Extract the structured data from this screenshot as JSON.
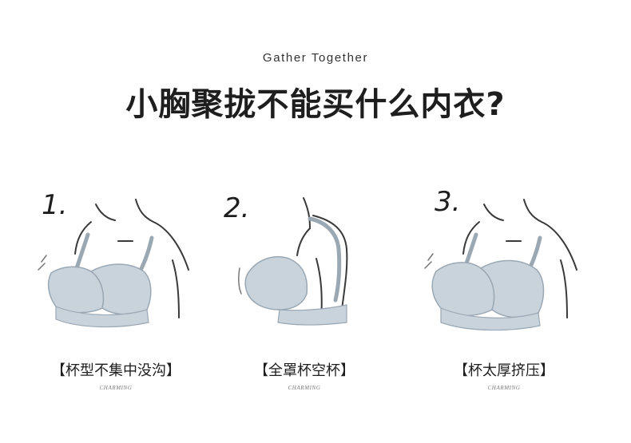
{
  "header": {
    "kicker": "Gather Together",
    "title": "小胸聚拢不能买什么内衣?"
  },
  "panels": [
    {
      "number": "1.",
      "caption": "【杯型不集中没沟】",
      "brand": "CHARMING",
      "illustration": "bra-front-view-icon"
    },
    {
      "number": "2.",
      "caption": "【全罩杯空杯】",
      "brand": "CHARMING",
      "illustration": "bra-side-view-icon"
    },
    {
      "number": "3.",
      "caption": "【杯太厚挤压】",
      "brand": "CHARMING",
      "illustration": "bra-front-view-icon"
    }
  ],
  "colors": {
    "cup_fill": "#c9d3dc",
    "cup_stroke": "#9aa8b4",
    "line": "#3a3a3a",
    "text": "#1e1e1e"
  }
}
